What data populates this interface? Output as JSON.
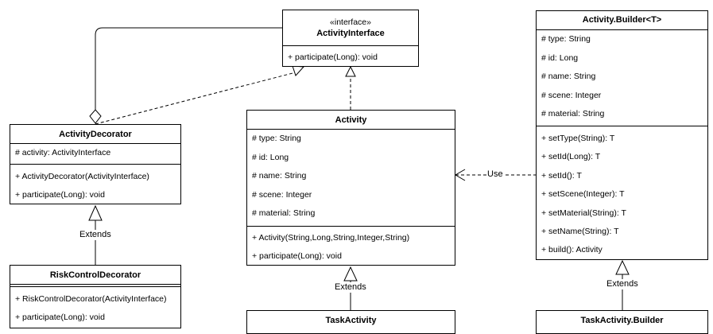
{
  "classes": {
    "activity_interface": {
      "stereotype": "«interface»",
      "name": "ActivityInterface",
      "methods": [
        "+ participate(Long): void"
      ]
    },
    "activity_builder": {
      "name": "Activity.Builder<T>",
      "fields": [
        "# type: String",
        "# id: Long",
        "# name: String",
        "# scene: Integer",
        "# material: String"
      ],
      "methods": [
        "+ setType(String): T",
        "+ setId(Long): T",
        "+ setId(): T",
        "+ setScene(Integer): T",
        "+ setMaterial(String): T",
        "+ setName(String): T",
        "+ build(): Activity"
      ]
    },
    "activity_decorator": {
      "name": "ActivityDecorator",
      "fields": [
        "# activity: ActivityInterface"
      ],
      "methods": [
        "+ ActivityDecorator(ActivityInterface)",
        "+ participate(Long): void"
      ]
    },
    "activity": {
      "name": "Activity",
      "fields": [
        "# type: String",
        "# id: Long",
        "# name: String",
        "# scene: Integer",
        "# material: String"
      ],
      "methods": [
        "+ Activity(String,Long,String,Integer,String)",
        "+ participate(Long): void"
      ]
    },
    "risk_control_decorator": {
      "name": "RiskControlDecorator",
      "methods": [
        "+ RiskControlDecorator(ActivityInterface)",
        "+ participate(Long): void"
      ]
    },
    "task_activity": {
      "name": "TaskActivity"
    },
    "task_activity_builder": {
      "name": "TaskActivity.Builder"
    }
  },
  "edge_labels": {
    "use": "Use",
    "extends_risk": "Extends",
    "extends_task": "Extends",
    "extends_builder": "Extends"
  }
}
